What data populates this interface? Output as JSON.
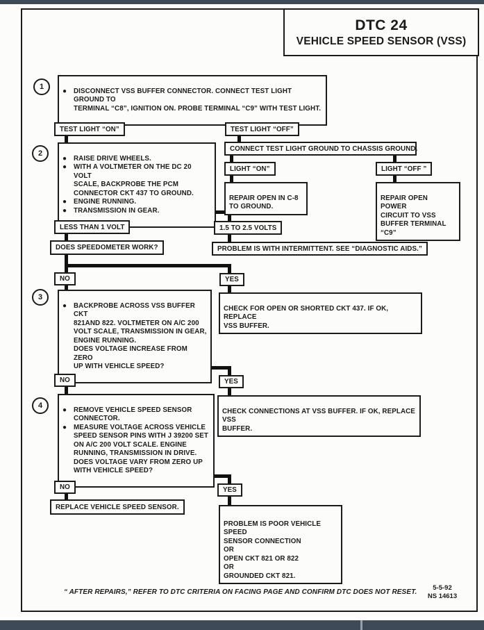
{
  "header": {
    "title_line1": "DTC 24",
    "title_line2": "VEHICLE SPEED SENSOR (VSS)"
  },
  "flow": {
    "step1": {
      "num": "1",
      "text": "DISCONNECT VSS BUFFER CONNECTOR. CONNECT TEST LIGHT GROUND TO\nTERMINAL “C8”, IGNITION ON. PROBE TERMINAL “C9”  WITH TEST LIGHT."
    },
    "test_light_on": "TEST LIGHT “ON”",
    "test_light_off": "TEST LIGHT “OFF”",
    "step2": {
      "num": "2",
      "bullets": [
        "RAISE DRIVE WHEELS.",
        "WITH A VOLTMETER ON THE DC 20 VOLT\nSCALE, BACKPROBE THE PCM\nCONNECTOR CKT 437 TO GROUND.",
        "ENGINE RUNNING.",
        "TRANSMISSION IN GEAR."
      ]
    },
    "chassis_ground": "CONNECT TEST LIGHT GROUND TO CHASSIS GROUND.",
    "light_on": "LIGHT “ON”",
    "light_off": "LIGHT “OFF ”",
    "repair_c8": "REPAIR OPEN IN C-8\nTO GROUND.",
    "repair_power": "REPAIR OPEN POWER\nCIRCUIT TO VSS\nBUFFER TERMINAL\n“C9”",
    "less_than_1v": "LESS THAN 1 VOLT",
    "speedometer_q": "DOES SPEEDOMETER WORK?",
    "volts_1_5_to_2_5": "1.5 TO 2.5 VOLTS",
    "intermittent": "PROBLEM IS WITH INTERMITTENT. SEE “DIAGNOSTIC AIDS.”",
    "no1": "NO",
    "yes1": "YES",
    "step3": {
      "num": "3",
      "bullets": [
        "BACKPROBE ACROSS VSS BUFFER CKT\n821AND 822. VOLTMETER ON A/C 200\nVOLT SCALE, TRANSMISSION IN GEAR,\nENGINE RUNNING.\nDOES VOLTAGE INCREASE FROM ZERO\nUP WITH VEHICLE SPEED?"
      ]
    },
    "check_ckt437": "CHECK FOR OPEN OR SHORTED CKT 437. IF OK, REPLACE\nVSS BUFFER.",
    "no2": "NO",
    "yes2": "YES",
    "step4": {
      "num": "4",
      "bullets": [
        "REMOVE VEHICLE SPEED SENSOR\nCONNECTOR.",
        "MEASURE VOLTAGE ACROSS VEHICLE\nSPEED SENSOR PINS WITH J 39200 SET\nON A/C 200 VOLT SCALE. ENGINE\nRUNNING, TRANSMISSION IN DRIVE.\nDOES VOLTAGE VARY FROM ZERO UP\nWITH VEHICLE SPEED?"
      ]
    },
    "check_buffer": "CHECK CONNECTIONS AT VSS BUFFER. IF OK, REPLACE VSS\nBUFFER.",
    "no3": "NO",
    "yes3": "YES",
    "replace_vss": "REPLACE VEHICLE SPEED SENSOR.",
    "poor_connection": "PROBLEM IS POOR VEHICLE SPEED\nSENSOR CONNECTION\nOR\nOPEN CKT 821 OR 822\nOR\nGROUNDED CKT 821."
  },
  "footer": {
    "note": "“ AFTER REPAIRS,” REFER TO DTC CRITERIA ON FACING PAGE AND CONFIRM DTC DOES NOT RESET.",
    "date": "5-5-92",
    "ref": "NS 14613"
  },
  "colors": {
    "paper": "#fcfcfa",
    "ink": "#1b1b1b",
    "bar": "#3e4a57",
    "bar_divider": "#97a0aa"
  }
}
